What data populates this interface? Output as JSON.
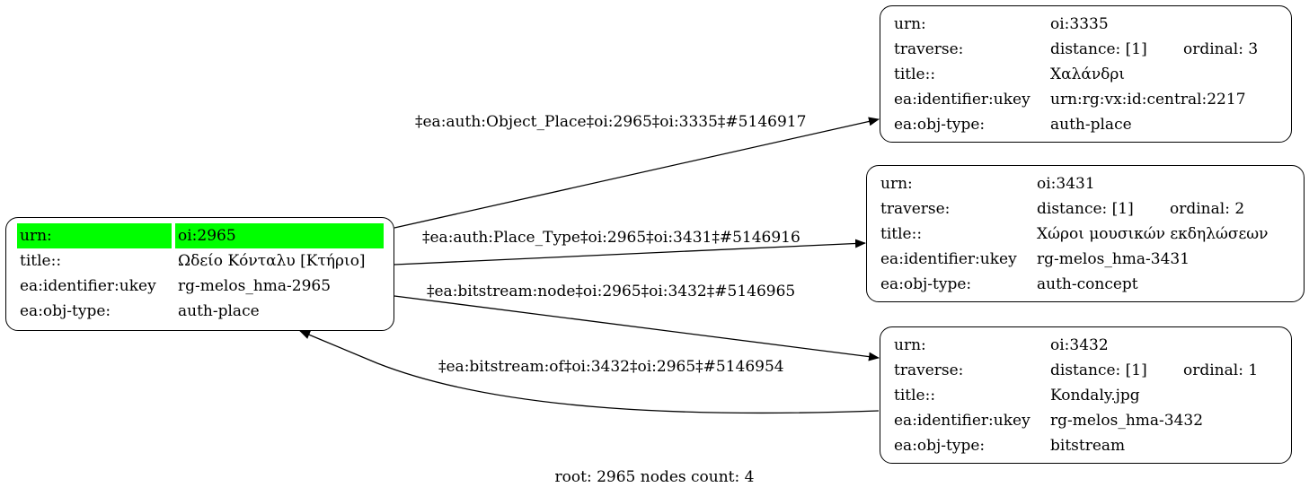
{
  "nodes": {
    "root": {
      "rows": [
        {
          "key": "urn:",
          "value": "oi:2965"
        },
        {
          "key": "title::",
          "value": "Ωδείο Κόνταλυ [Κτήριο]"
        },
        {
          "key": "ea:identifier:ukey",
          "value": "rg-melos_hma-2965"
        },
        {
          "key": "ea:obj-type:",
          "value": "auth-place"
        }
      ]
    },
    "n3335": {
      "rows": [
        {
          "key": "urn:",
          "value": "oi:3335"
        },
        {
          "key": "traverse:",
          "value": "distance: [1]",
          "value2": "ordinal: 3"
        },
        {
          "key": "title::",
          "value": "Χαλάνδρι"
        },
        {
          "key": "ea:identifier:ukey",
          "value": "urn:rg:vx:id:central:2217"
        },
        {
          "key": "ea:obj-type:",
          "value": "auth-place"
        }
      ]
    },
    "n3431": {
      "rows": [
        {
          "key": "urn:",
          "value": "oi:3431"
        },
        {
          "key": "traverse:",
          "value": "distance: [1]",
          "value2": "ordinal: 2"
        },
        {
          "key": "title::",
          "value": "Χώροι μουσικών εκδηλώσεων"
        },
        {
          "key": "ea:identifier:ukey",
          "value": "rg-melos_hma-3431"
        },
        {
          "key": "ea:obj-type:",
          "value": "auth-concept"
        }
      ]
    },
    "n3432": {
      "rows": [
        {
          "key": "urn:",
          "value": "oi:3432"
        },
        {
          "key": "traverse:",
          "value": "distance: [1]",
          "value2": "ordinal: 1"
        },
        {
          "key": "title::",
          "value": "Kondaly.jpg"
        },
        {
          "key": "ea:identifier:ukey",
          "value": "rg-melos_hma-3432"
        },
        {
          "key": "ea:obj-type:",
          "value": "bitstream"
        }
      ]
    }
  },
  "edges": [
    {
      "label": "‡ea:auth:Object_Place‡oi:2965‡oi:3335‡#5146917"
    },
    {
      "label": "‡ea:auth:Place_Type‡oi:2965‡oi:3431‡#5146916"
    },
    {
      "label": "‡ea:bitstream:node‡oi:2965‡oi:3432‡#5146965"
    },
    {
      "label": "‡ea:bitstream:of‡oi:3432‡oi:2965‡#5146954"
    }
  ],
  "footer": "root: 2965 nodes count: 4",
  "colors": {
    "highlight": "#00ff00",
    "stroke": "#000000"
  }
}
